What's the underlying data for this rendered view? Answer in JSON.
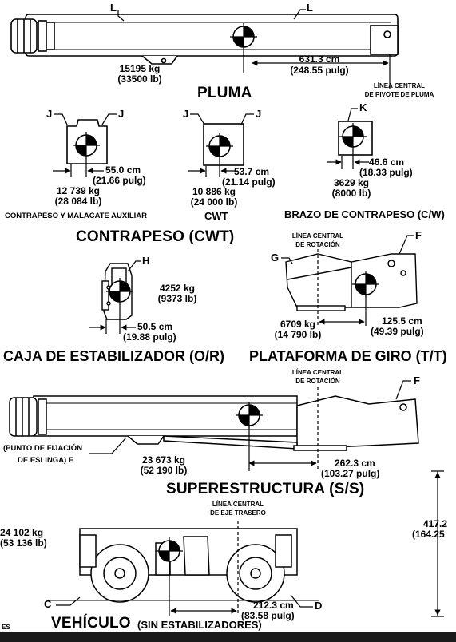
{
  "pluma": {
    "marker_l1": "L",
    "marker_l2": "L",
    "weight_kg": "15195 kg",
    "weight_lb": "(33500 lb)",
    "dist_cm": "631.3 cm",
    "dist_in": "(248.55 pulg)",
    "pivot_line1": "LÍNEA CENTRAL",
    "pivot_line2": "DE PIVOTE DE PLUMA",
    "title": "PLUMA"
  },
  "contrapeso_aux": {
    "marker_j1": "J",
    "marker_j2": "J",
    "dist_cm": "55.0 cm",
    "dist_in": "(21.66 pulg)",
    "weight_kg": "12 739 kg",
    "weight_lb": "(28 084 lb)",
    "caption": "CONTRAPESO Y MALACATE AUXILIAR"
  },
  "cwt": {
    "marker_j1": "J",
    "marker_j2": "J",
    "dist_cm": "53.7 cm",
    "dist_in": "(21.14 pulg)",
    "weight_kg": "10 886 kg",
    "weight_lb": "(24 000 lb)",
    "caption": "CWT"
  },
  "brazo": {
    "marker_k": "K",
    "dist_cm": "46.6 cm",
    "dist_in": "(18.33 pulg)",
    "weight_kg": "3629 kg",
    "weight_lb": "(8000 lb)",
    "title": "BRAZO DE CONTRAPESO  (C/W)"
  },
  "contrapeso_title": "CONTRAPESO (CWT)",
  "caja": {
    "marker_h": "H",
    "weight_kg": "4252 kg",
    "weight_lb": "(9373 lb)",
    "dist_cm": "50.5 cm",
    "dist_in": "(19.88 pulg)",
    "title": "CAJA DE ESTABILIZADOR (O/R)"
  },
  "plataforma": {
    "rot_line1": "LÍNEA CENTRAL",
    "rot_line2": "DE ROTACIÓN",
    "marker_g": "G",
    "marker_f": "F",
    "weight_kg": "6709 kg",
    "weight_lb": "(14 790 lb)",
    "dist_cm": "125.5 cm",
    "dist_in": "(49.39 pulg)",
    "title": "PLATAFORMA DE GIRO (T/T)"
  },
  "superestructura": {
    "rot_line1": "LÍNEA CENTRAL",
    "rot_line2": "DE ROTACIÓN",
    "marker_f": "F",
    "sling_line1": "(PUNTO DE FIJACIÓN",
    "sling_line2": "DE ESLINGA) E",
    "weight_kg": "23 673 kg",
    "weight_lb": "(52 190 lb)",
    "dist_cm": "262.3 cm",
    "dist_in": "(103.27 pulg)",
    "title": "SUPERESTRUCTURA (S/S)"
  },
  "vehiculo": {
    "axle_line1": "LÍNEA CENTRAL",
    "axle_line2": "DE EJE TRASERO",
    "weight_kg": "24 102 kg",
    "weight_lb": "(53 136 lb)",
    "marker_c": "C",
    "marker_d": "D",
    "dist_cm": "212.3 cm",
    "dist_in": "(83.58 pulg)",
    "height_cm": "417.2",
    "height_in": "(164.25",
    "title": "VEHÍCULO",
    "subtitle": "(SIN ESTABILIZADORES)"
  },
  "lang_code": "ES"
}
